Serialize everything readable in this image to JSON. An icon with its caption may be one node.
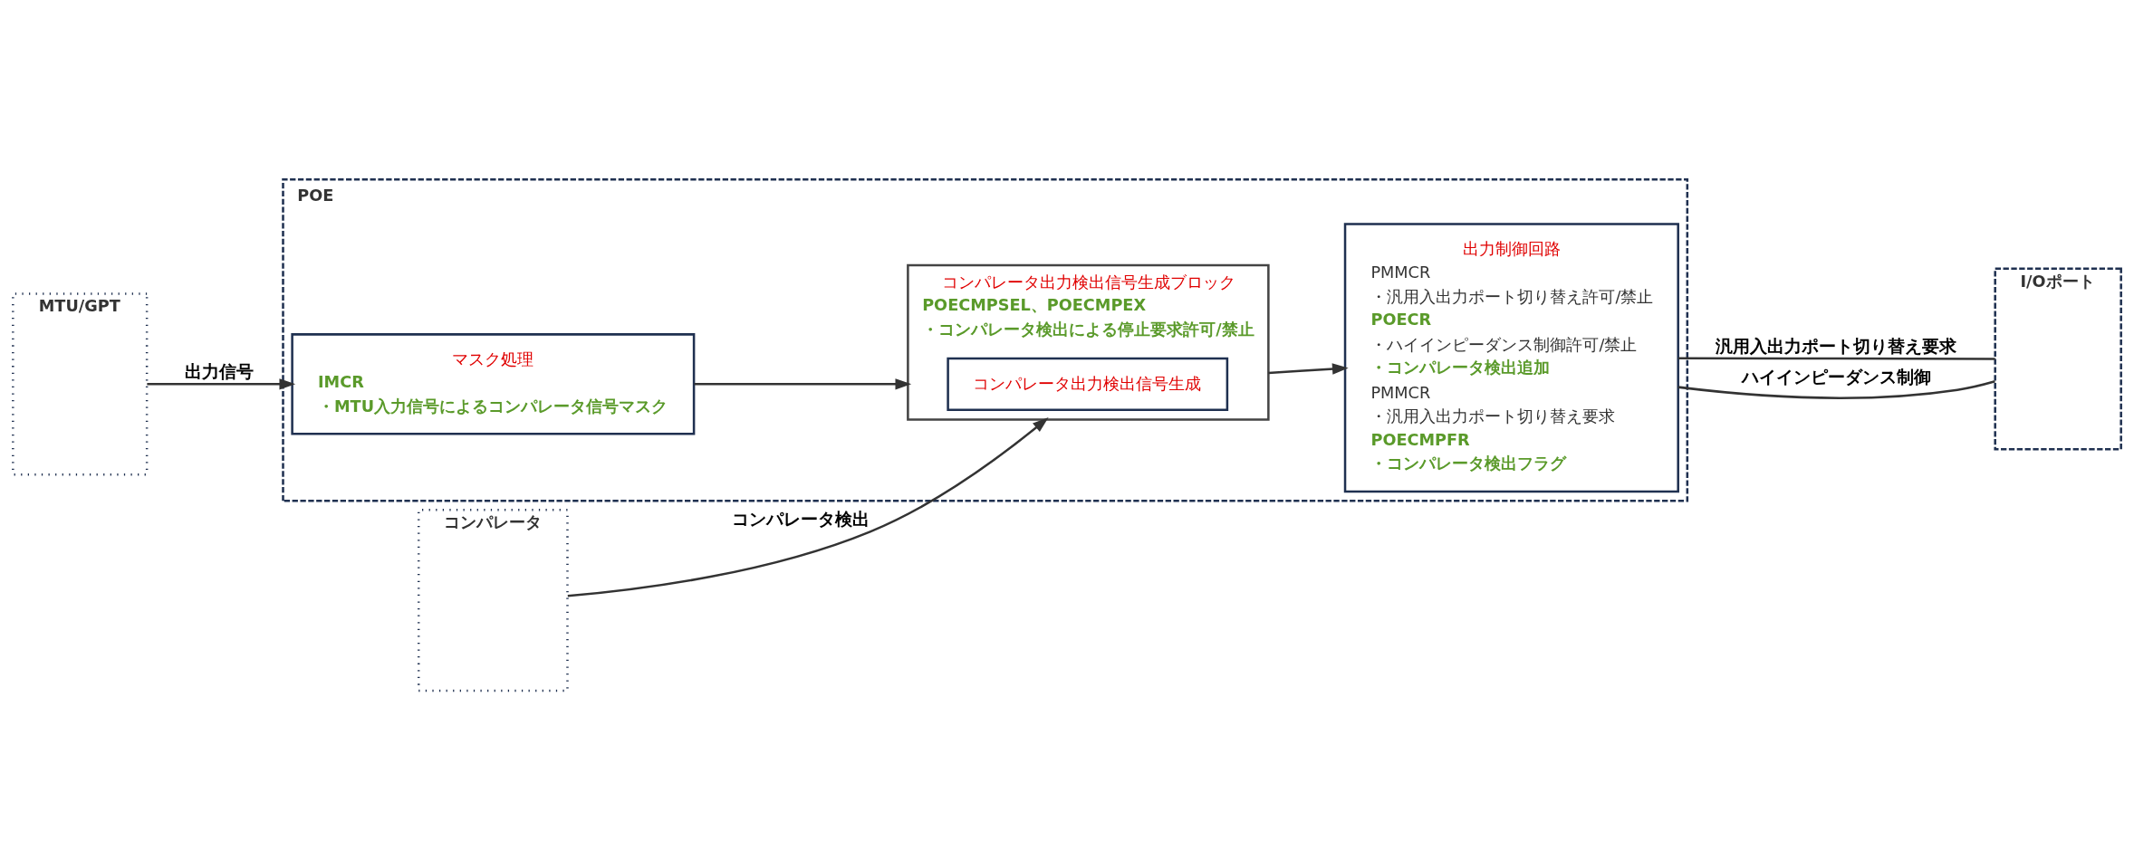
{
  "diagram": {
    "nodes": [
      {
        "text": [
          "MTU/GPT"
        ]
      },
      {
        "text": [
          "コンパレータ"
        ]
      },
      {
        "text": [
          "POE"
        ]
      },
      {
        "text": [
          "マスク処理",
          "IMCR",
          "・MTU入力信号によるコンパレータ信号マスク"
        ],
        "in": 2
      },
      {
        "text": [
          "コンパレータ出力検出信号生成ブロック",
          "POECMPSEL、POECMPEX",
          "・コンパレータ検出による停止要求許可/禁止"
        ],
        "in": 2
      },
      {
        "text": [
          "コンパレータ出力検出信号生成"
        ],
        "in": 4
      },
      {
        "text": [
          "出力制御回路",
          "PMMCR",
          "・汎用入出力ポート切り替え許可/禁止",
          "POECR",
          "・ハイインピーダンス制御許可/禁止",
          "・コンパレータ検出追加",
          "PMMCR",
          "・汎用入出力ポート切り替え要求",
          "POECMPFR",
          "・コンパレータ検出フラグ"
        ],
        "in": 2
      },
      {
        "text": [
          "I/Oポート"
        ]
      }
    ],
    "edges": [
      {
        "from": 0,
        "to": 3,
        "arrow": "to",
        "label": "出力信号"
      },
      {
        "from": 3,
        "to": 4,
        "arrow": "to"
      },
      {
        "from": 1,
        "to": 4,
        "arrow": "to",
        "label": "コンパレータ検出"
      },
      {
        "from": 4,
        "to": 6,
        "arrow": "to"
      },
      {
        "from": 6,
        "to": 7,
        "arrow": "none",
        "label": "汎用入出力ポート切り替え要求"
      },
      {
        "from": 6,
        "to": 7,
        "arrow": "none",
        "label": "ハイインピーダンス制御"
      }
    ]
  }
}
